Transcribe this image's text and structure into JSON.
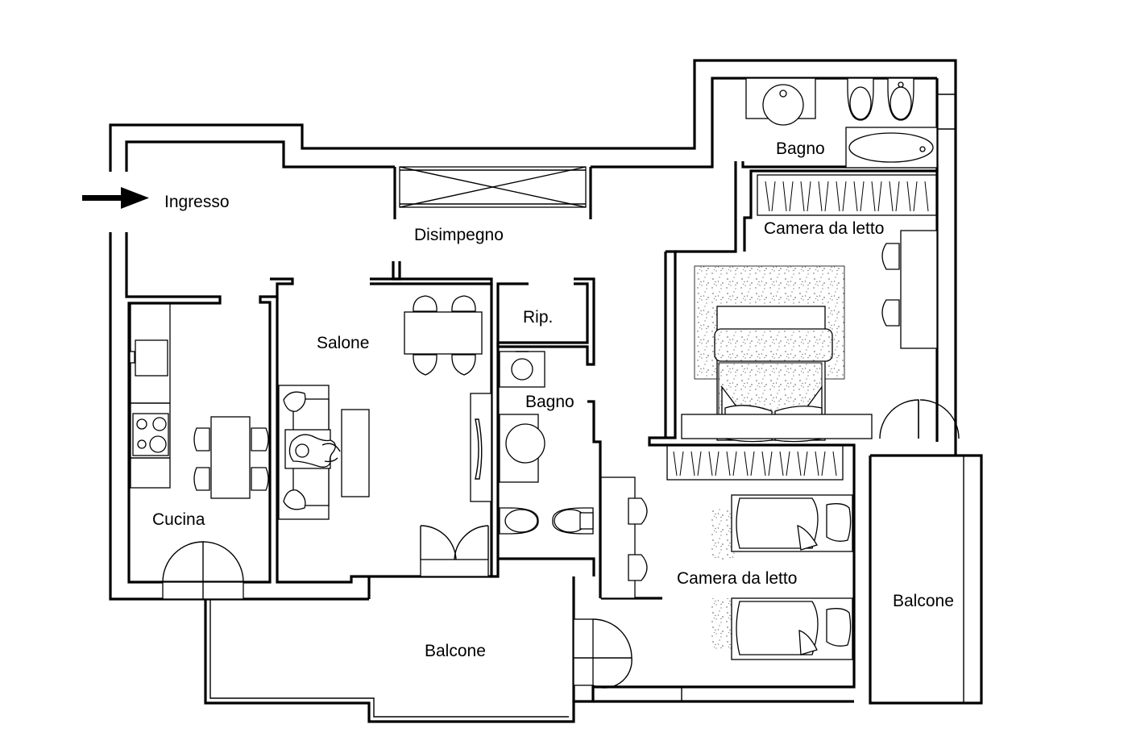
{
  "rooms": {
    "ingresso": "Ingresso",
    "disimpegno": "Disimpegno",
    "bagno_top": "Bagno",
    "camera_top": "Camera da letto",
    "salone": "Salone",
    "rip": "Rip.",
    "bagno_mid": "Bagno",
    "cucina": "Cucina",
    "camera_bottom": "Camera da letto",
    "balcone_bottom": "Balcone",
    "balcone_right": "Balcone"
  },
  "icons": {
    "entrance_arrow": "arrow-right-icon"
  }
}
